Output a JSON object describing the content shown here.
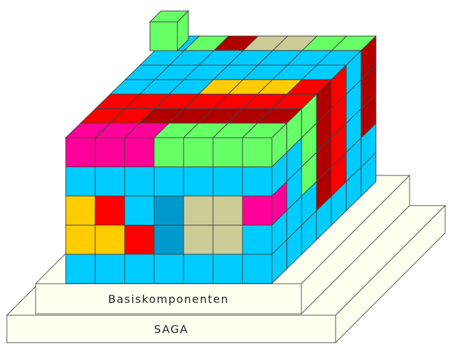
{
  "diagram": {
    "platforms": [
      {
        "id": "saga",
        "label": "SAGA"
      },
      {
        "id": "basis",
        "label": "Basiskomponenten"
      }
    ],
    "colors": {
      "cyan": "#00ccff",
      "green": "#66ff66",
      "magenta": "#ff0099",
      "red": "#ff0000",
      "darkred": "#b00000",
      "yellow": "#ffcc00",
      "khaki": "#cccc99",
      "steelblue": "#0099cc",
      "platform": "#fffff0",
      "outline": "#555555"
    },
    "cube": {
      "front_rows": [
        [
          "magenta",
          "magenta",
          "magenta",
          "green",
          "green",
          "green",
          "green"
        ],
        [
          "cyan",
          "cyan",
          "cyan",
          "cyan",
          "cyan",
          "cyan",
          "cyan"
        ],
        [
          "yellow",
          "red",
          "cyan",
          "steelblue",
          "khaki",
          "khaki",
          "magenta"
        ],
        [
          "yellow",
          "yellow",
          "red",
          "steelblue",
          "khaki",
          "khaki",
          "cyan"
        ],
        [
          "cyan",
          "cyan",
          "cyan",
          "cyan",
          "cyan",
          "cyan",
          "cyan"
        ]
      ],
      "top_rows_back_to_front": [
        [
          "cyan",
          "green",
          "darkred",
          "khaki",
          "khaki",
          "green",
          "green"
        ],
        [
          "cyan",
          "cyan",
          "cyan",
          "cyan",
          "cyan",
          "cyan",
          "cyan"
        ],
        [
          "cyan",
          "cyan",
          "cyan",
          "cyan",
          "cyan",
          "cyan",
          "cyan"
        ],
        [
          "cyan",
          "cyan",
          "cyan",
          "yellow",
          "yellow",
          "yellow",
          "red"
        ],
        [
          "red",
          "red",
          "red",
          "red",
          "red",
          "red",
          "red"
        ],
        [
          "red",
          "red",
          "darkred",
          "darkred",
          "darkred",
          "darkred",
          "darkred"
        ],
        [
          "magenta",
          "magenta",
          "magenta",
          "green",
          "green",
          "green",
          "green"
        ]
      ],
      "side_columns_front_to_back": [
        [
          "green",
          "cyan",
          "magenta",
          "cyan",
          "cyan"
        ],
        [
          "green",
          "cyan",
          "cyan",
          "cyan",
          "cyan"
        ],
        [
          "green",
          "green",
          "green",
          "cyan",
          "cyan"
        ],
        [
          "darkred",
          "darkred",
          "darkred",
          "darkred",
          "cyan"
        ],
        [
          "red",
          "red",
          "red",
          "red",
          "cyan"
        ],
        [
          "cyan",
          "cyan",
          "cyan",
          "cyan",
          "cyan"
        ],
        [
          "darkred",
          "darkred",
          "darkred",
          "cyan",
          "cyan"
        ]
      ],
      "top_extra_cube": "green"
    }
  }
}
